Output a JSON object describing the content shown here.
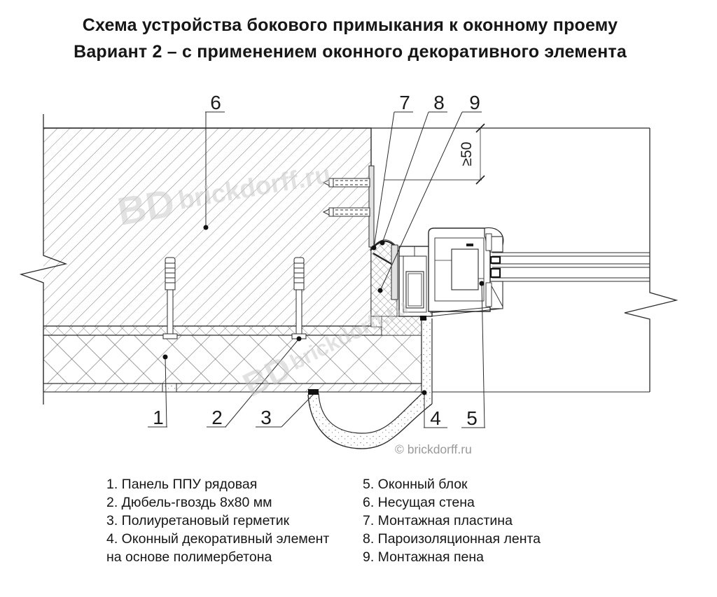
{
  "title": {
    "line1": "Схема устройства бокового примыкания к оконному проему",
    "line2": "Вариант 2 – с применением оконного декоративного элемента"
  },
  "legend": {
    "left": [
      "1. Панель ППУ рядовая",
      "2. Дюбель-гвоздь 8х80 мм",
      "3. Полиуретановый герметик",
      "4. Оконный декоративный элемент",
      "на основе полимербетона"
    ],
    "right": [
      "5. Оконный блок",
      "6. Несущая стена",
      "7. Монтажная пластина",
      "8. Пароизоляционная лента",
      "9. Монтажная пена"
    ]
  },
  "diagram": {
    "dimension_label": "≥50",
    "callouts": [
      {
        "num": "1",
        "target": "panel-ppu"
      },
      {
        "num": "2",
        "target": "dowel-nail"
      },
      {
        "num": "3",
        "target": "polyurethane-sealant"
      },
      {
        "num": "4",
        "target": "decorative-element"
      },
      {
        "num": "5",
        "target": "window-block"
      },
      {
        "num": "6",
        "target": "bearing-wall"
      },
      {
        "num": "7",
        "target": "mounting-plate"
      },
      {
        "num": "8",
        "target": "vapor-barrier-tape"
      },
      {
        "num": "9",
        "target": "mounting-foam"
      }
    ],
    "watermark": {
      "logo": "BD",
      "text": "brickdorff.ru"
    },
    "copyright": "© brickdorff.ru"
  },
  "colors": {
    "line": "#2b2b2b",
    "hatch": "#6e6e6e",
    "watermark": "#c7c7c7",
    "copyright_gray": "#9a9a9a"
  }
}
